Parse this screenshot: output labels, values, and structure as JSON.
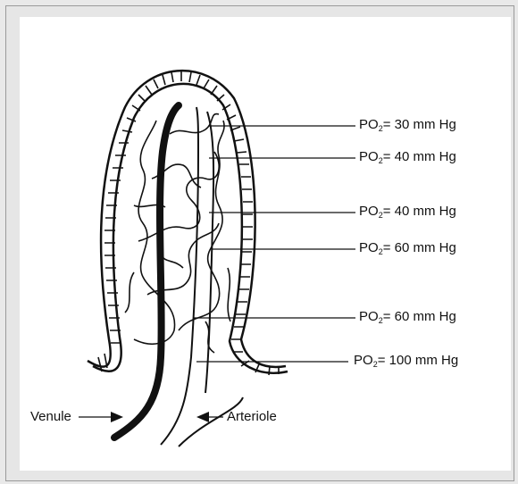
{
  "labels": {
    "po2_prefix": "PO",
    "po2_sub": "2",
    "po2_values": [
      "= 30 mm Hg",
      "= 40 mm Hg",
      "= 40 mm Hg",
      "= 60 mm Hg",
      "= 60 mm Hg",
      "= 100 mm Hg"
    ],
    "venule": "Venule",
    "arteriole": "Arteriole"
  },
  "colors": {
    "ink": "#111111",
    "panel": "#ffffff",
    "frame": "#e6e6e6"
  }
}
